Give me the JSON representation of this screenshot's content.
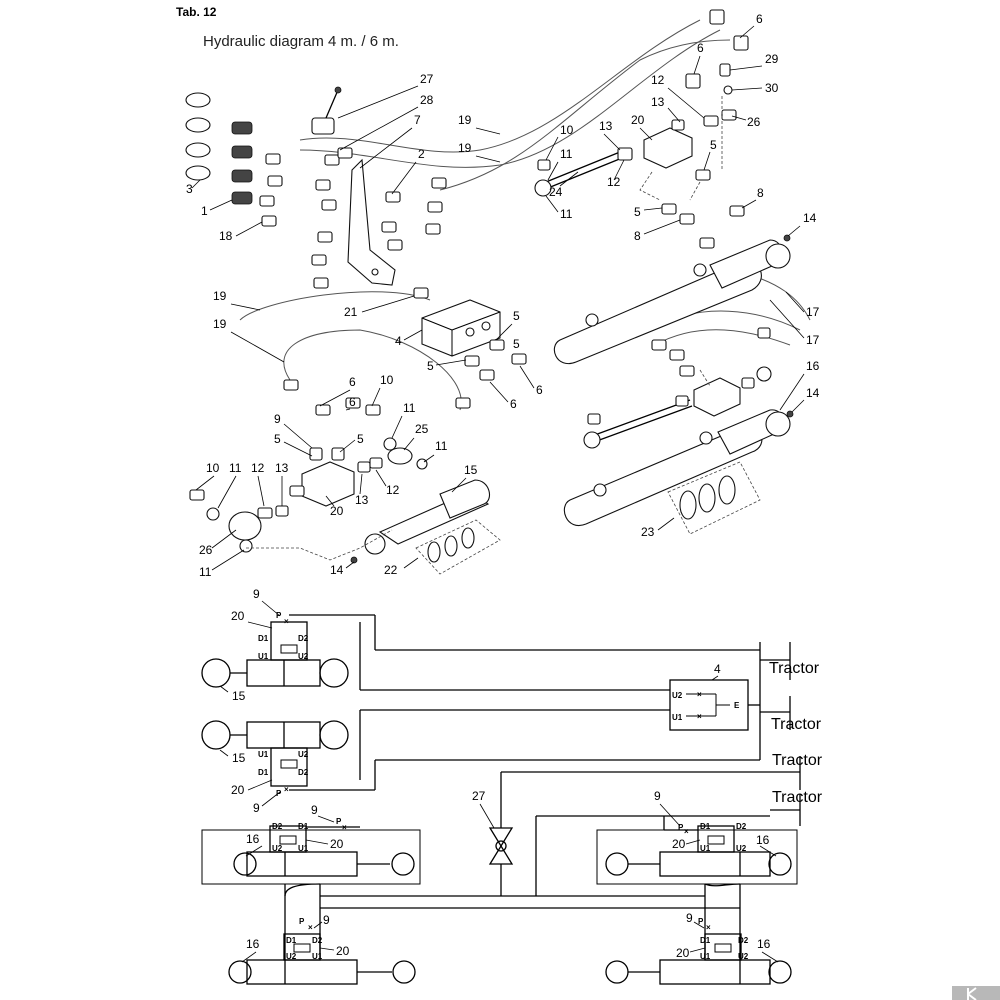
{
  "header": {
    "tab_label": "Tab. 12",
    "title": "Hydraulic diagram 4 m. / 6 m."
  },
  "tractor_label": "Tractor",
  "port_labels": {
    "d1": "D1",
    "d2": "D2",
    "u1": "U1",
    "u2": "U2",
    "e": "E",
    "p": "P"
  },
  "callouts": {
    "n1": "1",
    "n2": "2",
    "n3": "3",
    "n4": "4",
    "n5": "5",
    "n6": "6",
    "n7": "7",
    "n8": "8",
    "n9": "9",
    "n10": "10",
    "n11": "11",
    "n12": "12",
    "n13": "13",
    "n14": "14",
    "n15": "15",
    "n16": "16",
    "n17": "17",
    "n18": "18",
    "n19": "19",
    "n20": "20",
    "n21": "21",
    "n22": "22",
    "n23": "23",
    "n24": "24",
    "n25": "25",
    "n26": "26",
    "n27": "27",
    "n28": "28",
    "n29": "29",
    "n30": "30"
  },
  "colors": {
    "line": "#000000",
    "background": "#ffffff",
    "logo": "#b8b8b8"
  }
}
